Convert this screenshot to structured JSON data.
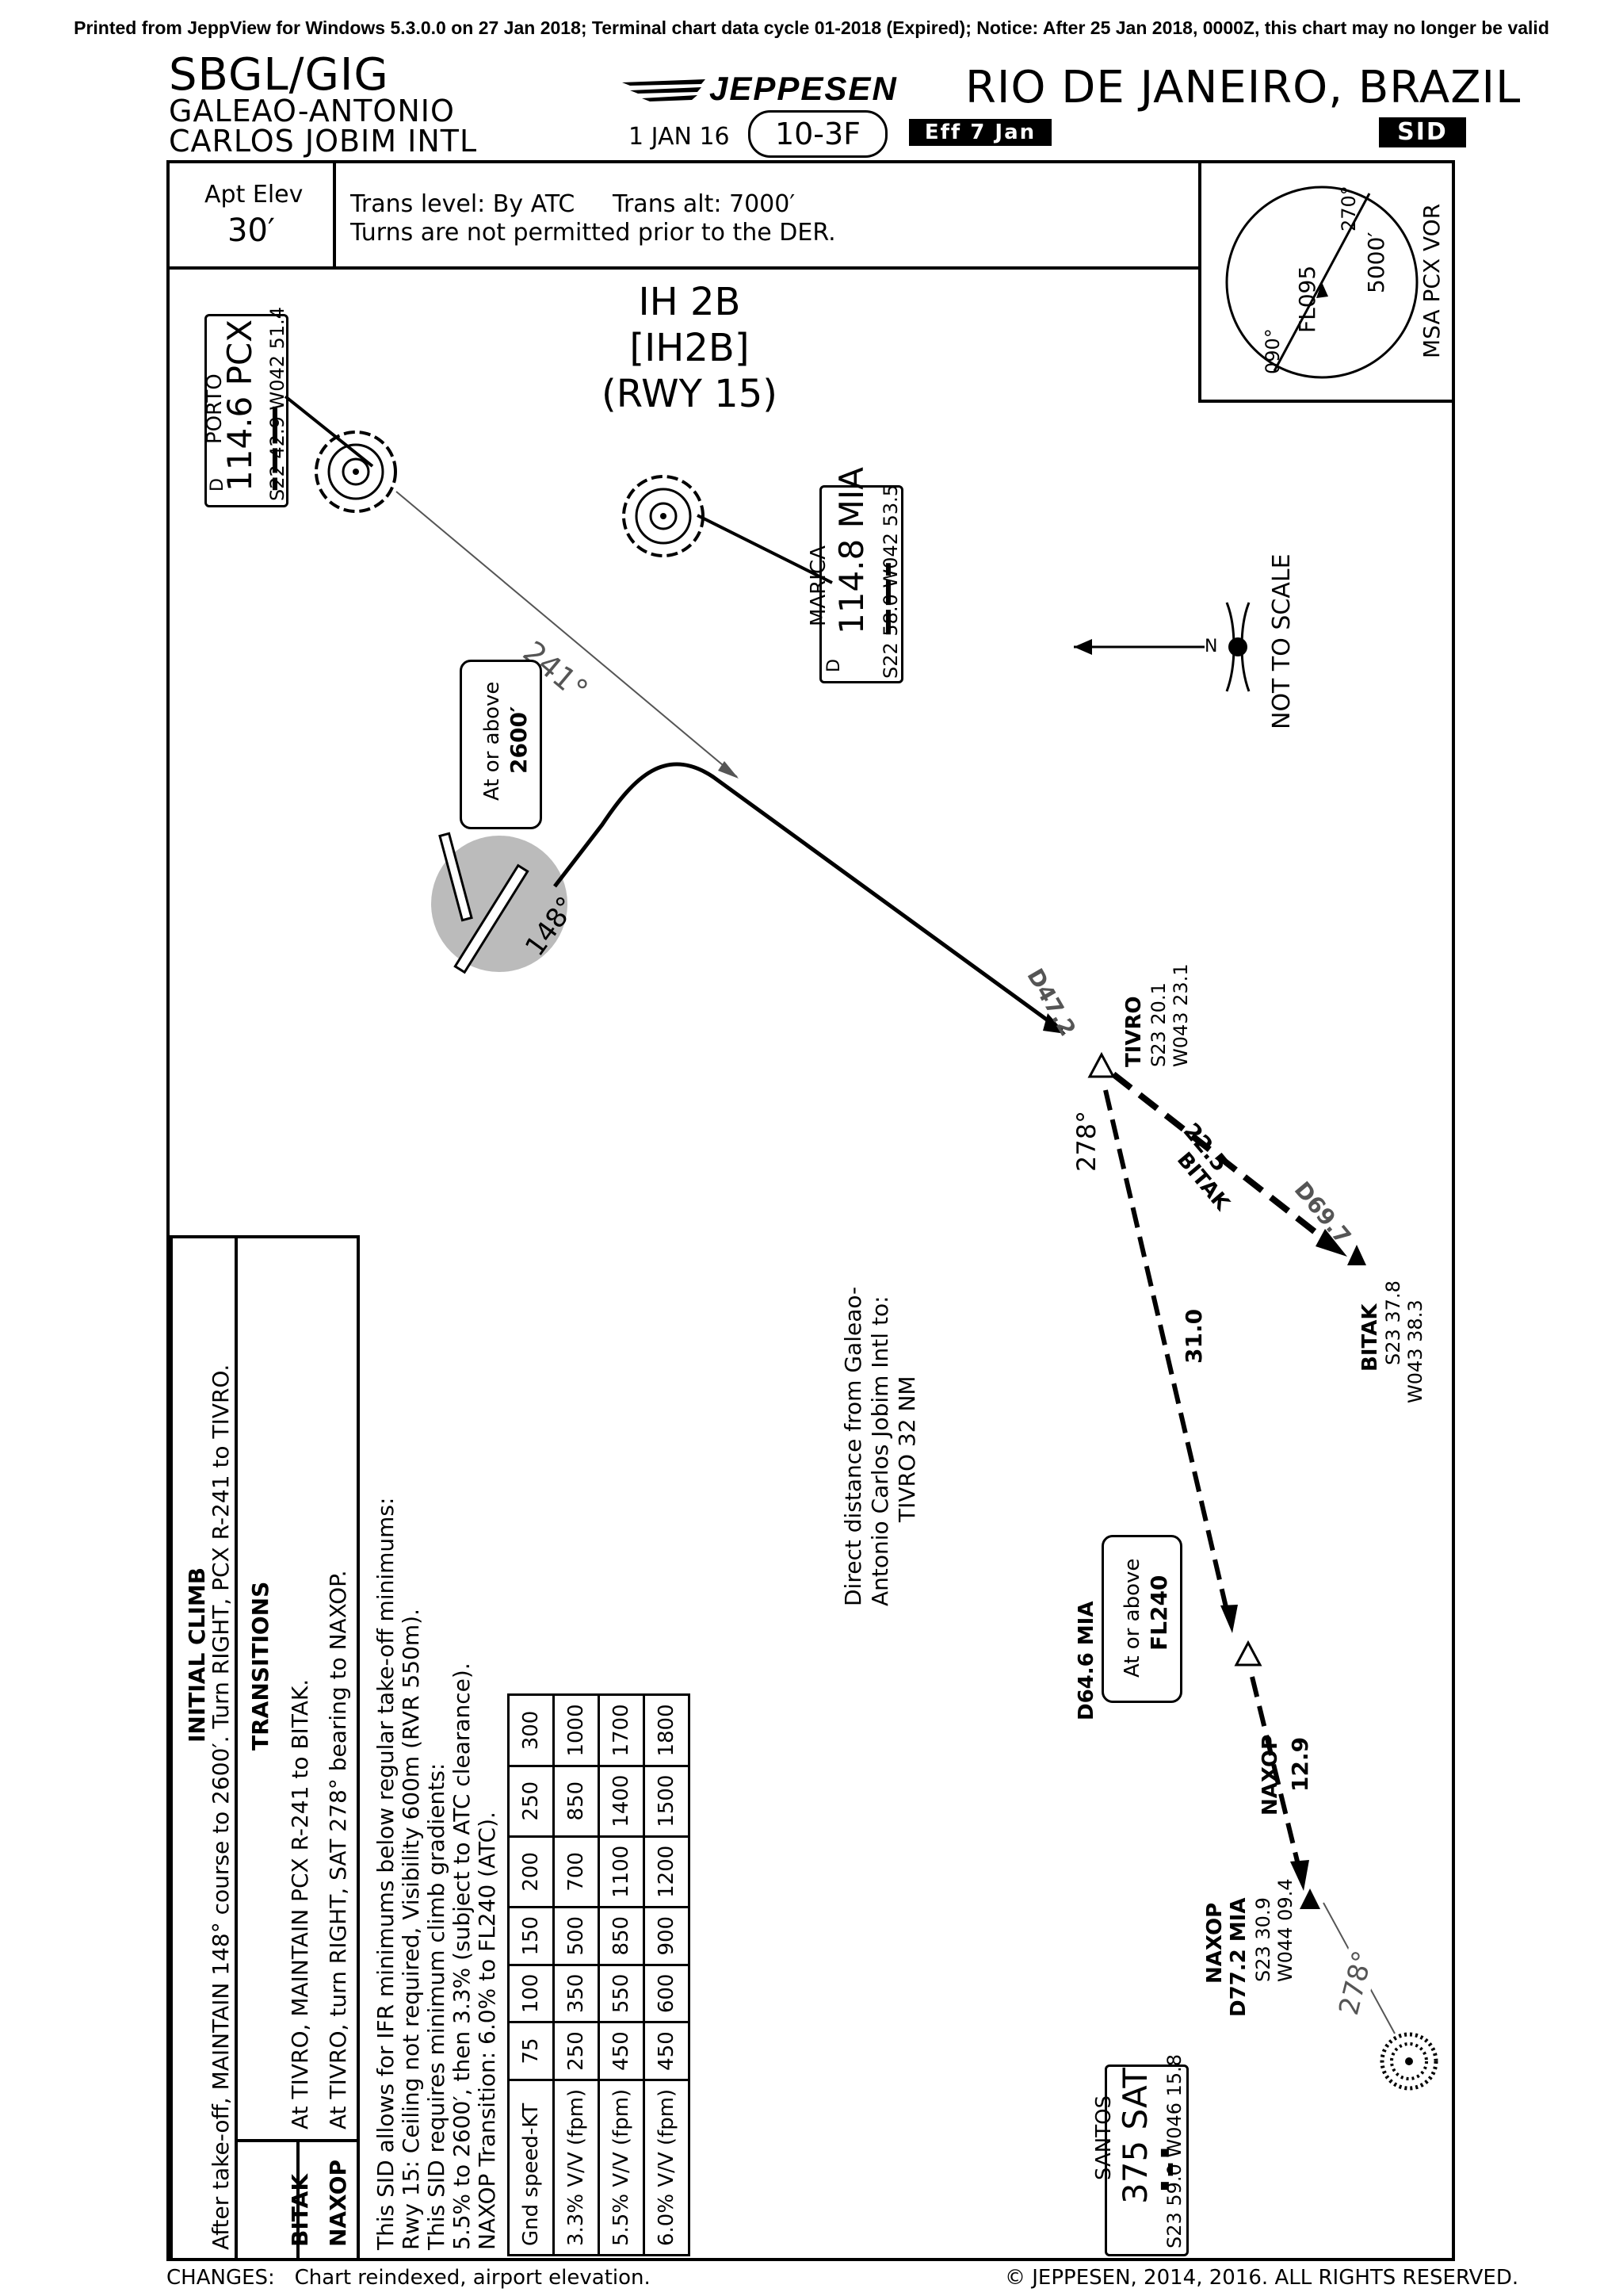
{
  "print_notice": "Printed from JeppView for Windows 5.3.0.0 on 27 Jan 2018; Terminal chart data cycle 01-2018 (Expired); Notice: After 25 Jan 2018, 0000Z, this chart may no longer be valid",
  "header": {
    "ident": "SBGL/GIG",
    "airport_line1": "GALEAO-ANTONIO",
    "airport_line2": "CARLOS JOBIM INTL",
    "brand": "JEPPESEN",
    "city": "RIO DE JANEIRO, BRAZIL",
    "date": "1 JAN 16",
    "index": "10-3F",
    "effective": "Eff 7 Jan",
    "chart_type": "SID"
  },
  "info": {
    "apt_elev_label": "Apt Elev",
    "apt_elev_value": "30′",
    "trans_line1": "Trans level: By ATC     Trans alt: 7000′",
    "trans_line2": "Turns are not permitted prior to the DER."
  },
  "msa": {
    "label": "MSA PCX VOR",
    "bearing_a": "270°",
    "bearing_b": "090°",
    "sector_left": "FL095",
    "sector_right": "5000′"
  },
  "procedure": {
    "name": "IH 2B",
    "code": "[IH2B]",
    "runway": "(RWY 15)"
  },
  "navaids": {
    "porto": {
      "name": "PORTO",
      "freq_ident": "114.6 PCX",
      "morse": "▂ ▂▂ ▂▂▂",
      "coords": "S22 42.9 W042 51.4",
      "dme": "D"
    },
    "marica": {
      "name": "MARICA",
      "freq_ident": "114.8 MIA",
      "morse": "▂▂ ▂▂ ▂",
      "coords": "S22 58.0 W042 53.5",
      "dme": "D"
    },
    "santos": {
      "name": "SANTOS",
      "freq_ident": "375 SAT",
      "morse": "▪ ▂ ▪",
      "coords": "S23 59.0 W046 15.8"
    }
  },
  "north": {
    "label": "N",
    "scale": "NOT TO SCALE"
  },
  "route": {
    "initial_course": "148°",
    "radial_241": "241°",
    "altitude_box_line1": "At or above",
    "altitude_box_line2": "2600′",
    "tivro_dme": "D47.2",
    "bitak_dme": "D69.7",
    "bitak_dist": "22.5",
    "bitak_leg_name": "BITAK",
    "naxop_leg_dist": "31.0",
    "naxop_leg_name": "NAXOP",
    "naxop_second_dist": "12.9",
    "bearing_278_a": "278°",
    "bearing_278_b": "278°",
    "d646": "D64.6 MIA",
    "fl_box_line1": "At or above",
    "fl_box_line2": "FL240",
    "direct_note_1": "Direct distance from Galeao-",
    "direct_note_2": "Antonio Carlos Jobim Intl to:",
    "direct_note_3": "TIVRO 32 NM"
  },
  "fixes": {
    "tivro": {
      "name": "TIVRO",
      "lat": "S23 20.1",
      "lon": "W043 23.1"
    },
    "bitak": {
      "name": "BITAK",
      "lat": "S23 37.8",
      "lon": "W043 38.3"
    },
    "naxop": {
      "name": "NAXOP",
      "dme": "D77.2 MIA",
      "lat": "S23 30.9",
      "lon": "W044 09.4"
    }
  },
  "text_block": {
    "initial_climb_title": "INITIAL CLIMB",
    "initial_climb_text": "After take-off, MAINTAIN 148° course to 2600′. Turn RIGHT, PCX R-241 to TIVRO.",
    "transitions_title": "TRANSITIONS",
    "bitak_label": "BITAK",
    "bitak_text": "At TIVRO, MAINTAIN PCX R-241 to BITAK.",
    "naxop_label": "NAXOP",
    "naxop_text": "At TIVRO, turn RIGHT, SAT 278° bearing to NAXOP.",
    "notes": [
      "This SID allows for IFR minimums below regular take-off minimums:",
      "Rwy 15: Ceiling not required, Visibility 600m (RVR 550m).",
      "This SID requires minimum climb gradients:",
      "5.5% to 2600′, then 3.3% (subject to ATC clearance).",
      "NAXOP Transition: 6.0% to FL240 (ATC)."
    ],
    "table": [
      [
        "Gnd speed-KT",
        "75",
        "100",
        "150",
        "200",
        "250",
        "300"
      ],
      [
        "3.3% V/V (fpm)",
        "250",
        "350",
        "500",
        "700",
        "850",
        "1000"
      ],
      [
        "5.5% V/V (fpm)",
        "450",
        "550",
        "850",
        "1100",
        "1400",
        "1700"
      ],
      [
        "6.0% V/V (fpm)",
        "450",
        "600",
        "900",
        "1200",
        "1500",
        "1800"
      ]
    ]
  },
  "footer": {
    "changes": "CHANGES:   Chart reindexed, airport elevation.",
    "copyright": "© JEPPESEN, 2014, 2016. ALL RIGHTS RESERVED."
  }
}
